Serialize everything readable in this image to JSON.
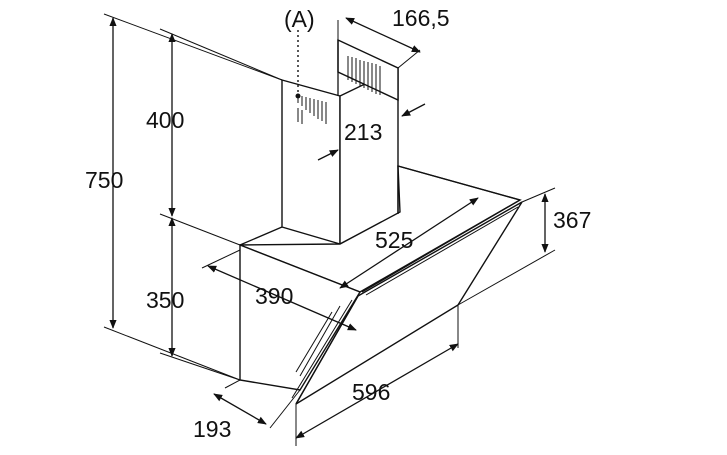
{
  "diagram": {
    "marker": "(A)",
    "dimensions": {
      "chimney_width": "166,5",
      "chimney_depth": "213",
      "chimney_height": "400",
      "total_height": "750",
      "body_height": "350",
      "hood_depth": "390",
      "inner_width": "525",
      "glass_height": "367",
      "total_width": "596",
      "bottom_depth": "193"
    }
  }
}
